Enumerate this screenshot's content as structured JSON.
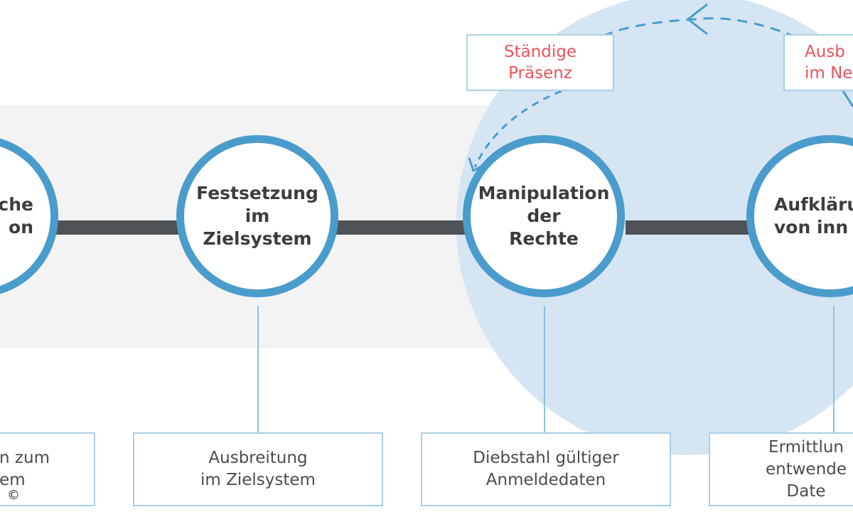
{
  "colors": {
    "accent": "#4a9ccc",
    "highlight_text": "#e8545b",
    "connector": "#4f5256",
    "band": "#f3f3f3",
    "loop_circle": "#d6e5f3"
  },
  "stages": [
    {
      "label": "che\non"
    },
    {
      "label": "Festsetzung\nim\nZielsystem"
    },
    {
      "label": "Manipulation\nder\nRechte"
    },
    {
      "label": "Aufklärun\nvon inn"
    }
  ],
  "details": [
    {
      "label": "n zum\nem"
    },
    {
      "label": "Ausbreitung\nim Zielsystem"
    },
    {
      "label": "Diebstahl gültiger\nAnmeldedaten"
    },
    {
      "label": "Ermittlun\nentwende\nDate"
    }
  ],
  "loop_tags": [
    {
      "label": "Ständige\nPräsenz"
    },
    {
      "label": "Ausb\nim Ne"
    }
  ],
  "copyright": "©"
}
